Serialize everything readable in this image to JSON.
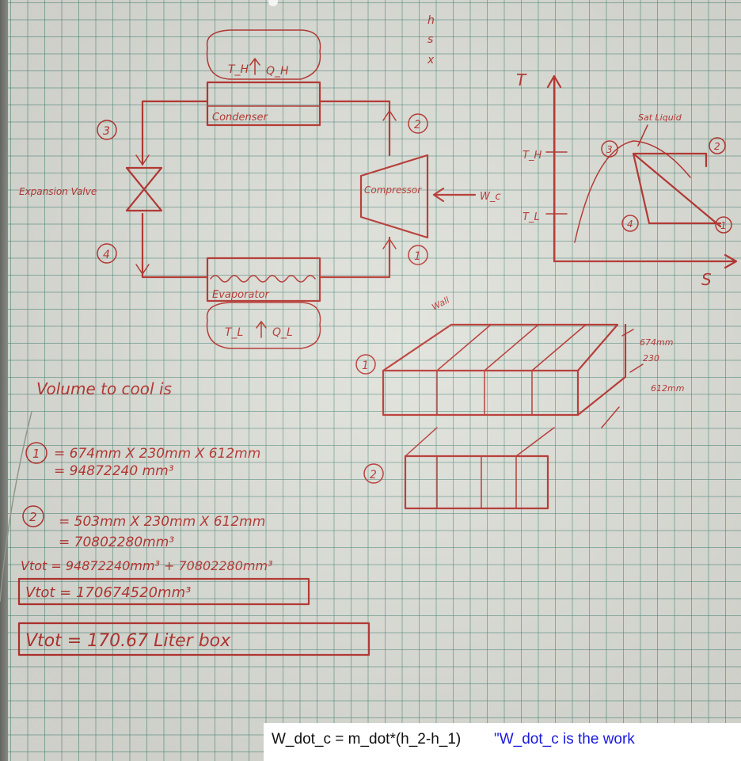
{
  "cycle_diagram": {
    "hot_reservoir_label": "T_H",
    "heat_rejected_label": "Q_H",
    "state_labels": [
      "1",
      "2",
      "3",
      "4"
    ],
    "condenser_label": "Condenser",
    "compressor_label": "Compressor",
    "work_input_label": "W_c",
    "expansion_valve_label": "Expansion Valve",
    "evaporator_label": "Evaporator",
    "cold_reservoir_label": "T_L",
    "heat_absorbed_label": "Q_L",
    "vertical_note": [
      "h",
      "s",
      "x"
    ]
  },
  "ts_diagram": {
    "y_axis_label": "T",
    "x_axis_label": "S",
    "high_temp_tick": "T_H",
    "low_temp_tick": "T_L",
    "sat_liquid_label": "Sat Liquid",
    "state_labels": [
      "1",
      "2",
      "3",
      "4"
    ]
  },
  "box_sketch": {
    "region_labels": [
      "1",
      "2"
    ],
    "dimensions": [
      "674mm",
      "230",
      "612mm"
    ],
    "side_note": "Wall"
  },
  "calculation": {
    "heading": "Volume to cool is",
    "line1_index": "1",
    "line1": "= 674mm X 230mm X 612mm",
    "line1_result": "= 94872240 mm³",
    "line2_index": "2",
    "line2": "= 503mm X 230mm X 612mm",
    "line2_result": "= 70802280mm³",
    "total_sum": "Vtot = 94872240mm³ + 70802280mm³",
    "total_boxed": "Vtot = 170674520mm³",
    "final_answer": "Vtot = 170.67 Liter box"
  },
  "code_strip": {
    "equation": "W_dot_c = m_dot*(h_2-h_1)",
    "comment": "\"W_dot_c is the work"
  },
  "colors": {
    "ink": "#b8342f",
    "grid": "#468778",
    "paper": "#dfe1da",
    "comment_blue": "#1a1ae0"
  }
}
